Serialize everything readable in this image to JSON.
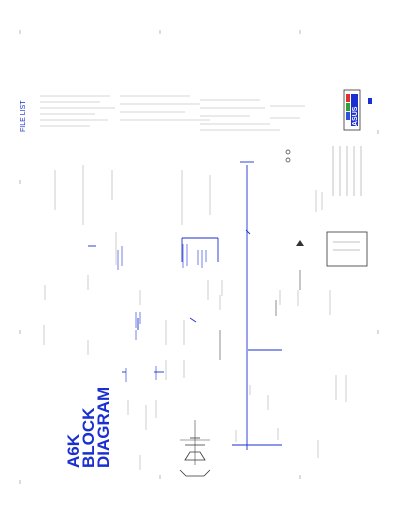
{
  "header": {
    "file_list_label": "FILE LIST",
    "brand": "ASUS"
  },
  "title": {
    "line1": "A6K",
    "line2": "BLOCK",
    "line3": "DIAGRAM"
  },
  "colors": {
    "accent": "#1a2fd0",
    "wire": "#1a2fd0",
    "faint_text": "#777777",
    "frame": "#555555"
  },
  "icons": {
    "logo": "asus-logo-icon",
    "speaker": "speaker-icon"
  }
}
